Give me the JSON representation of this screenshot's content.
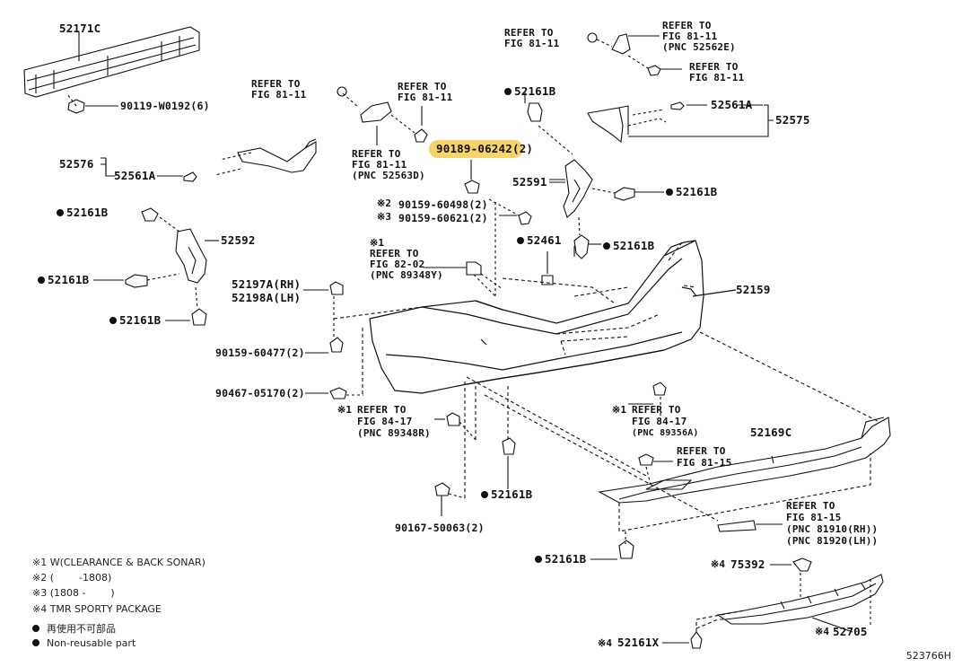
{
  "diagram_code": "523766H",
  "labels": {
    "p52171C": "52171C",
    "p90119": "90119-W0192(6)",
    "ref_a1": "REFER TO",
    "ref_a2": "FIG 81-11",
    "ref_b1": "REFER TO",
    "ref_b2": "FIG 81-11",
    "ref_c1": "REFER TO",
    "ref_c2": "FIG 81-11",
    "ref_c3": "(PNC 52563D)",
    "ref_d1": "REFER TO",
    "ref_d2": "FIG 81-11",
    "ref_e1": "REFER TO",
    "ref_e2": "FIG 81-11",
    "ref_e3": "(PNC 52562E)",
    "ref_f1": "REFER TO",
    "ref_f2": "FIG 81-11",
    "p52561A_r": "52561A",
    "p52575": "52575",
    "p52161B_t": "52161B",
    "p90189": "90189-06242(2)",
    "p52576": "52576",
    "p52561A_l": "52561A",
    "p52591": "52591",
    "p52161B_r": "52161B",
    "p90159_60498": "90159-60498(2)",
    "p90159_60621": "90159-60621(2)",
    "m2": "※2",
    "m3": "※3",
    "p52161B_l1": "52161B",
    "p52592": "52592",
    "p52461": "52461",
    "p52161B_c": "52161B",
    "ref_g0": "※1",
    "ref_g1": "REFER TO",
    "ref_g2": "FIG 82-02",
    "ref_g3": "(PNC 89348Y)",
    "p52159": "52159",
    "p52161B_l2": "52161B",
    "p52197A": "52197A(RH)",
    "p52198A": "52198A(LH)",
    "p52161B_l3": "52161B",
    "p90159_60477": "90159-60477(2)",
    "p90467": "90467-05170(2)",
    "ref_h0": "※1",
    "ref_h1": "REFER TO",
    "ref_h2": "FIG 84-17",
    "ref_h3": "(PNC 89348R)",
    "ref_i0": "※1",
    "ref_i1": "REFER TO",
    "ref_i2": "FIG 84-17",
    "ref_i3": "(PNC 89356A)",
    "p52169C": "52169C",
    "ref_j1": "REFER TO",
    "ref_j2": "FIG 81-15",
    "p52161B_b1": "52161B",
    "ref_k1": "REFER TO",
    "ref_k2": "FIG 81-15",
    "ref_k3": "(PNC 81910(RH))",
    "ref_k4": "(PNC 81920(LH))",
    "p90167": "90167-50063(2)",
    "p52161B_b2": "52161B",
    "m4a": "※4",
    "p75392": "75392",
    "m4b": "※4",
    "p52705": "52705",
    "m4c": "※4",
    "p52161X": "52161X"
  },
  "notes": {
    "n1": "※1 W(CLEARANCE & BACK SONAR)",
    "n2": "※2 (        -1808)",
    "n3": "※3 (1808 -        )",
    "n4": "※4 TMR SPORTY PACKAGE",
    "n5": "再使用不可部品",
    "n6": "Non-reusable part"
  },
  "colors": {
    "highlight": "#f7d36b",
    "line": "#111111"
  }
}
